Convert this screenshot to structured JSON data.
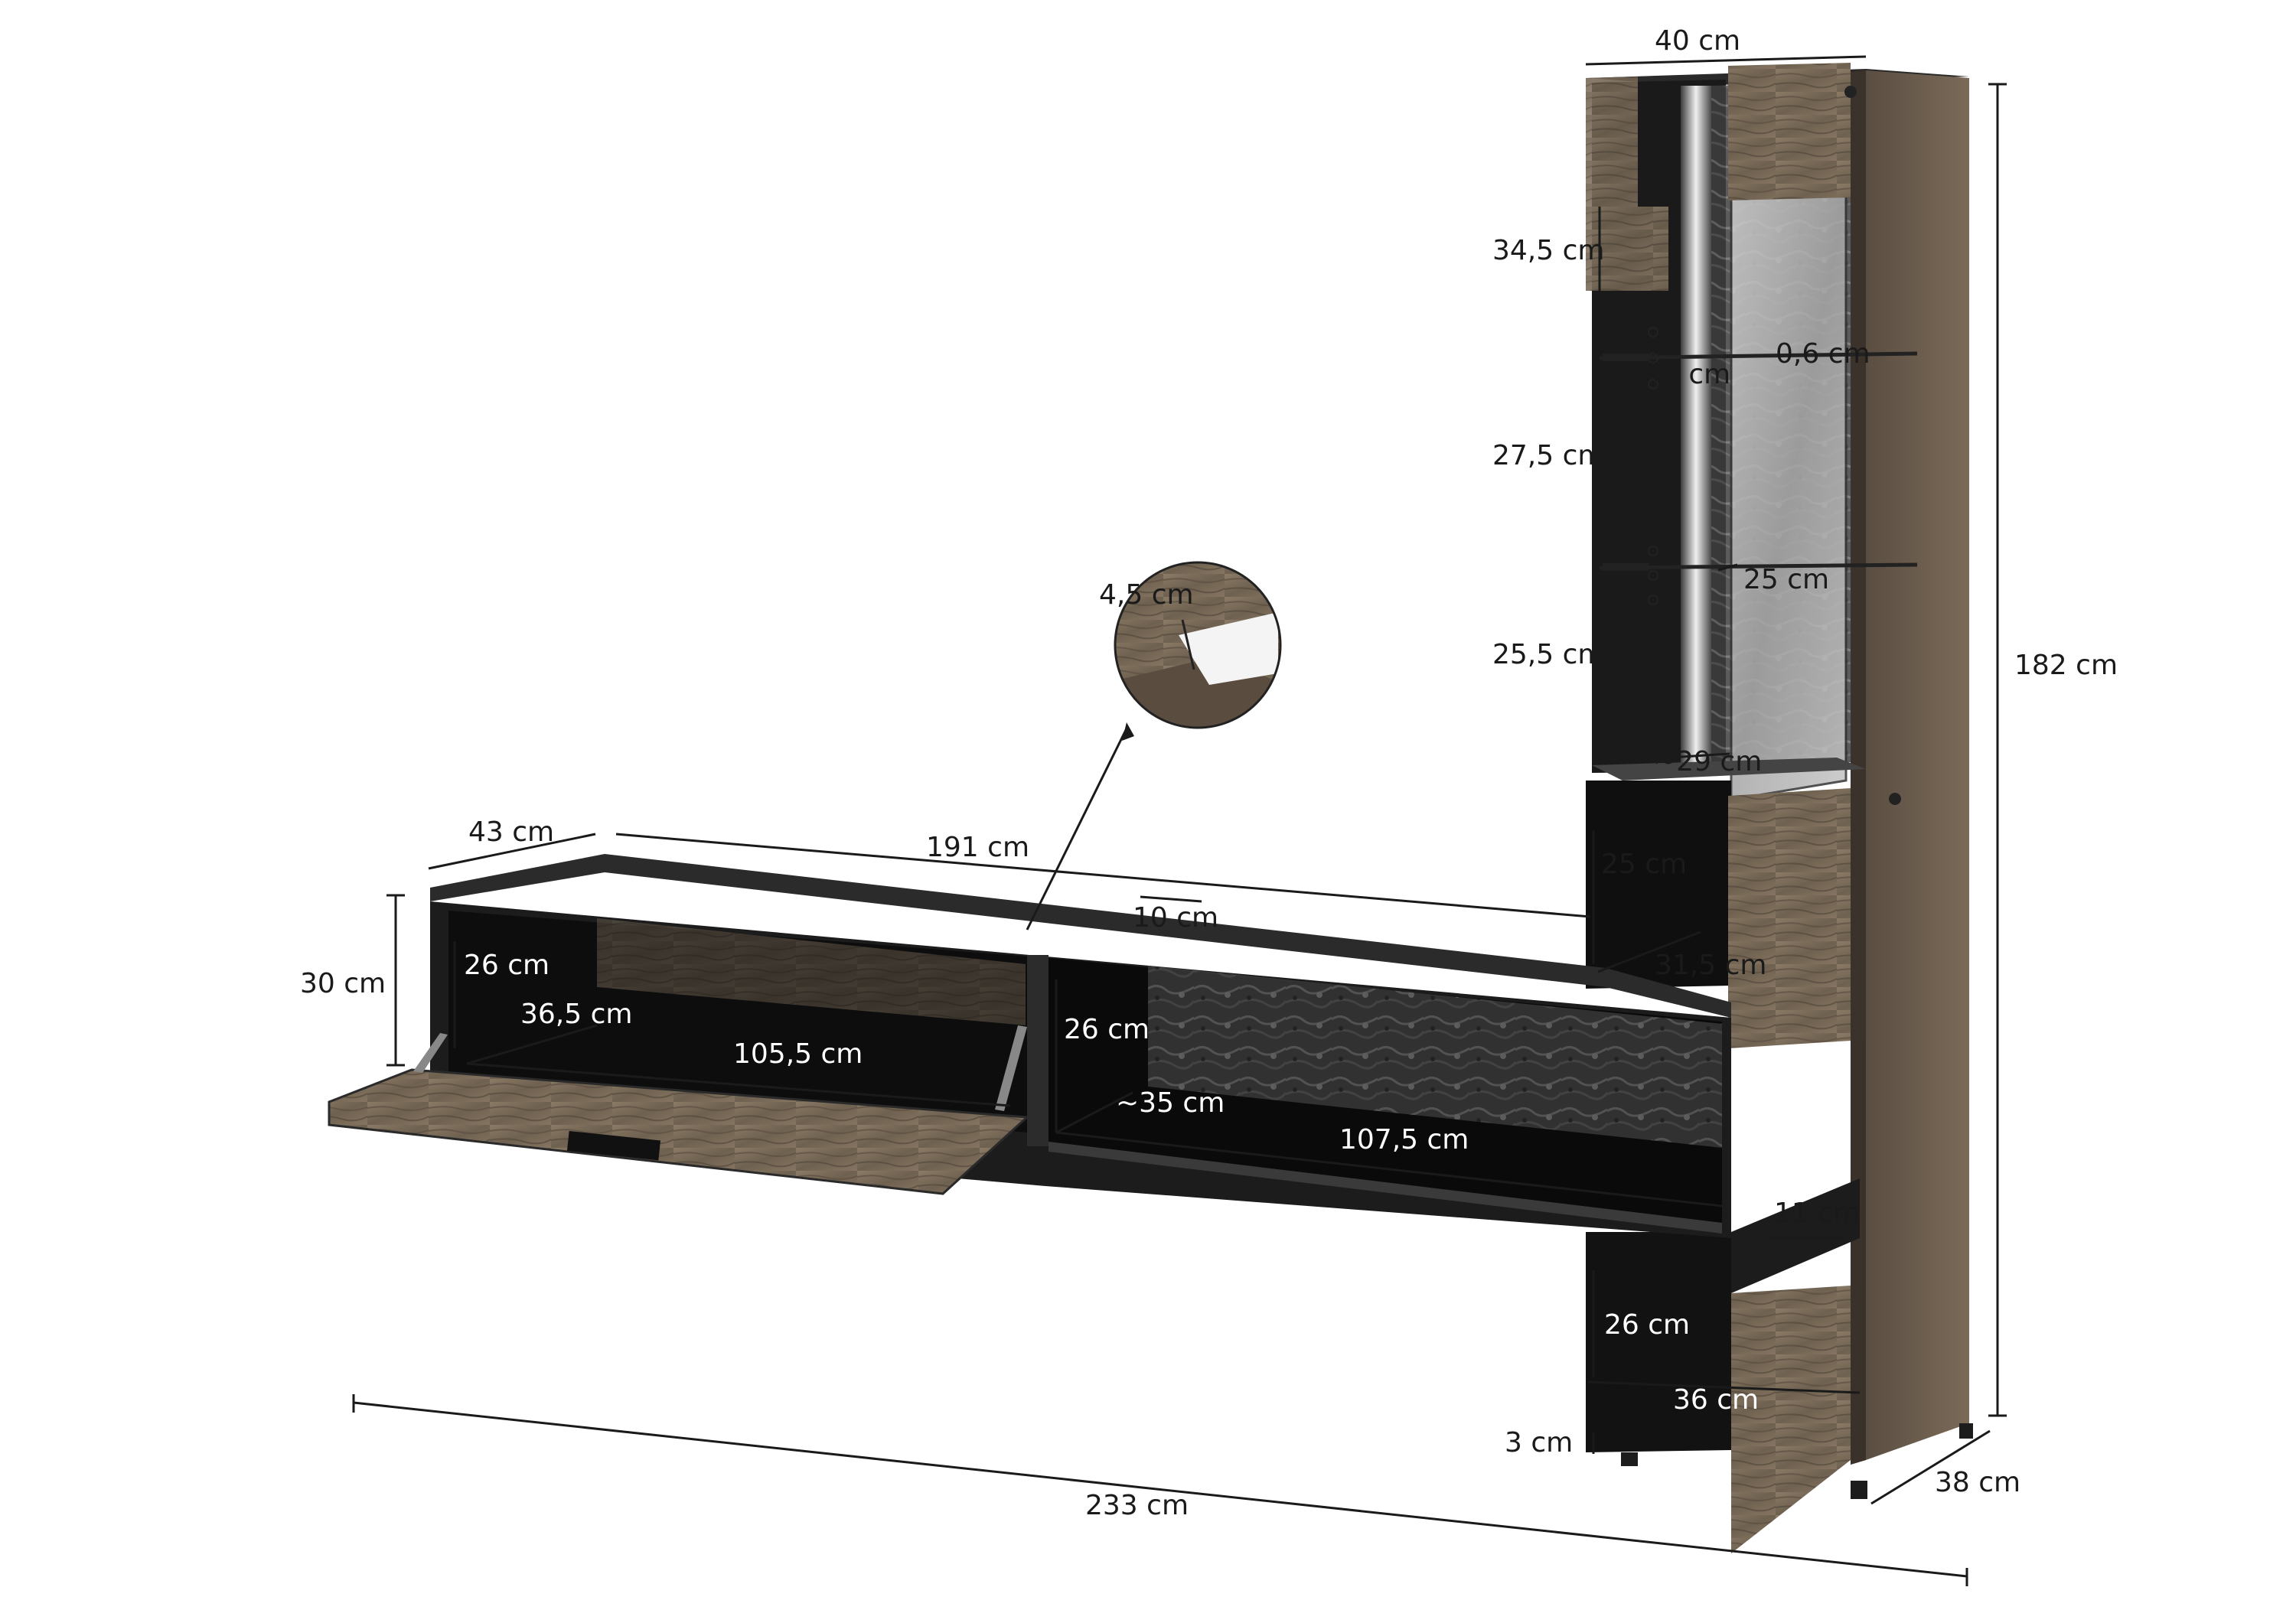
{
  "dimensions": {
    "total_width": "233 cm",
    "total_height": "182 cm",
    "depth_tower": "38 cm",
    "tower_width": "40 cm",
    "shelf_top": "34,5 cm",
    "shelf_middle": "27,5 cm",
    "shelf_bottom": "25,5 cm",
    "glass_thickness": "0,6 cm",
    "shelf_gap": "3 cm",
    "shelf_depth": "25 cm",
    "vitrine_depth": "~29 cm",
    "side_compartment_height": "25 cm",
    "side_compartment_depth": "31,5 cm",
    "lowboard_width": "191 cm",
    "lowboard_depth": "43 cm",
    "lowboard_height": "30 cm",
    "panel_offset": "10 cm",
    "miter_detail": "4,5 cm",
    "flap_inner_height": "26 cm",
    "flap_inner_depth": "36,5 cm",
    "flap_inner_width": "105,5 cm",
    "open_inner_height": "26 cm",
    "open_inner_depth": "~35 cm",
    "open_inner_width": "107,5 cm",
    "side_step": "11 cm",
    "lower_compartment_height": "26 cm",
    "lower_compartment_width": "36 cm",
    "foot_height": "3 cm"
  },
  "colors": {
    "wood": "#7a6a58",
    "wood_dark": "#4d4338",
    "carcass": "#1c1c1c",
    "interior": "#0d0d0d",
    "glass": "#b9b9b9",
    "stone": "#5e5e5e",
    "line": "#1a1a1a"
  }
}
